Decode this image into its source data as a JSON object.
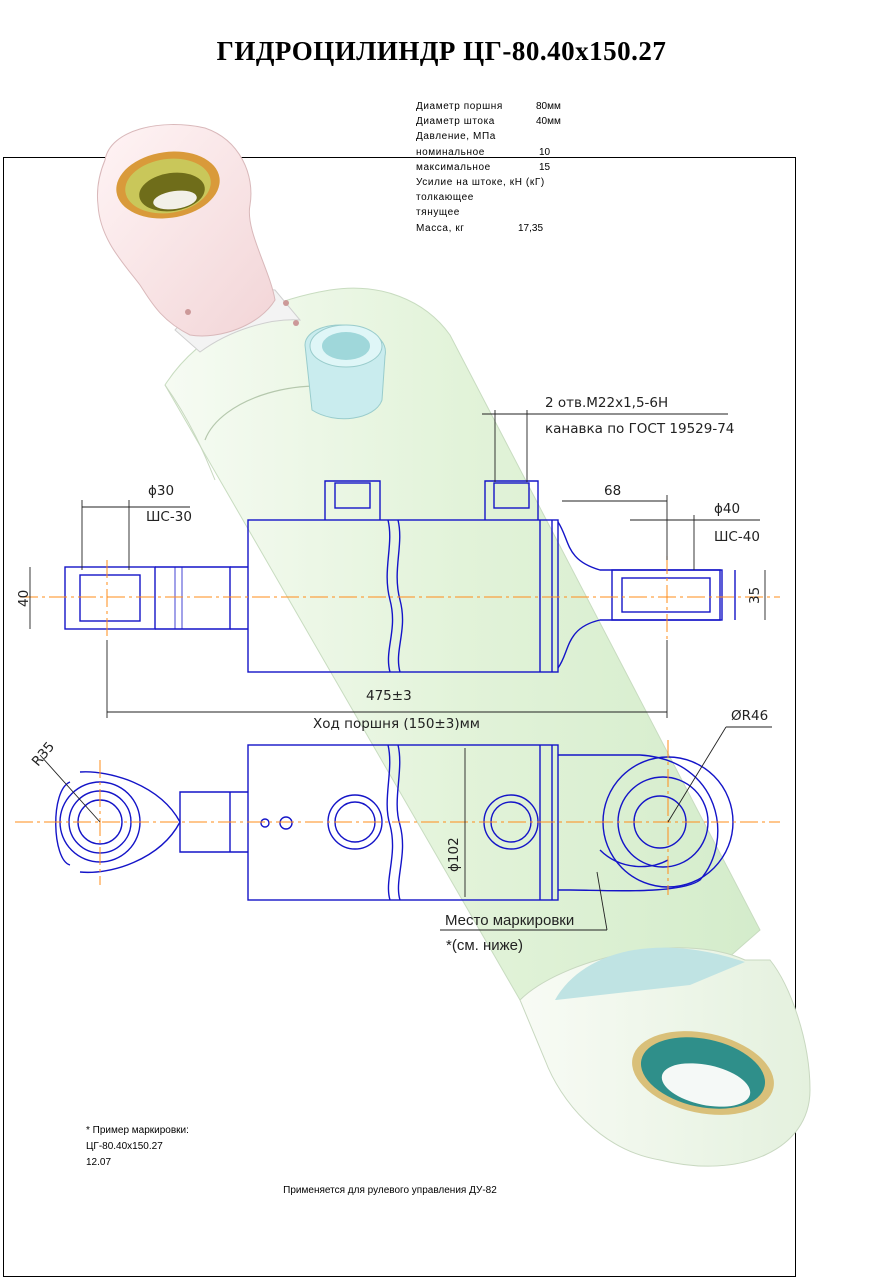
{
  "title": "ГИДРОЦИЛИНДР  ЦГ-80.40х150.27",
  "specs": [
    {
      "label": "Диаметр поршня",
      "value": "80мм"
    },
    {
      "label": "Диаметр штока",
      "value": "40мм"
    },
    {
      "label": "Давление, МПа",
      "value": ""
    },
    {
      "label": "номинальное",
      "value": "10"
    },
    {
      "label": "максимальное",
      "value": "15"
    },
    {
      "label": "Усилие на штоке, кН (кГ)",
      "value": ""
    },
    {
      "label": "толкающее",
      "value": ""
    },
    {
      "label": "тянущее",
      "value": ""
    },
    {
      "label": "Масса, кг",
      "value": "17,35"
    }
  ],
  "dimensions": {
    "port_thread": "2 отв.M22x1,5-6H",
    "port_groove": "канавка по ГОСТ 19529-74",
    "left_eye_diameter": "ϕ30",
    "left_bearing": "ШС-30",
    "right_eye_diameter": "ϕ40",
    "right_bearing": "ШС-40",
    "rod_end_offset": "68",
    "left_eye_width": "40",
    "right_eye_width": "35",
    "overall_length": "475±3",
    "piston_stroke": "Ход поршня (150±3)мм",
    "eye_radius": "R35",
    "clevis_radius": "ØR46",
    "body_diameter": "ϕ102"
  },
  "marking": {
    "place_label": "Место маркировки",
    "see_below": "*(см. ниже)",
    "example_title": "* Пример маркировки:",
    "example_code": "ЦГ-80.40х150.27",
    "example_date": "12.07"
  },
  "application": "Применяется для рулевого управления ДУ-82",
  "colors": {
    "line": "#1414c8",
    "axis": "#ff8c1a",
    "body_3d": "#e6f5df",
    "eye_3d": "#fbe9ea",
    "bushing": "#e8c88c"
  }
}
